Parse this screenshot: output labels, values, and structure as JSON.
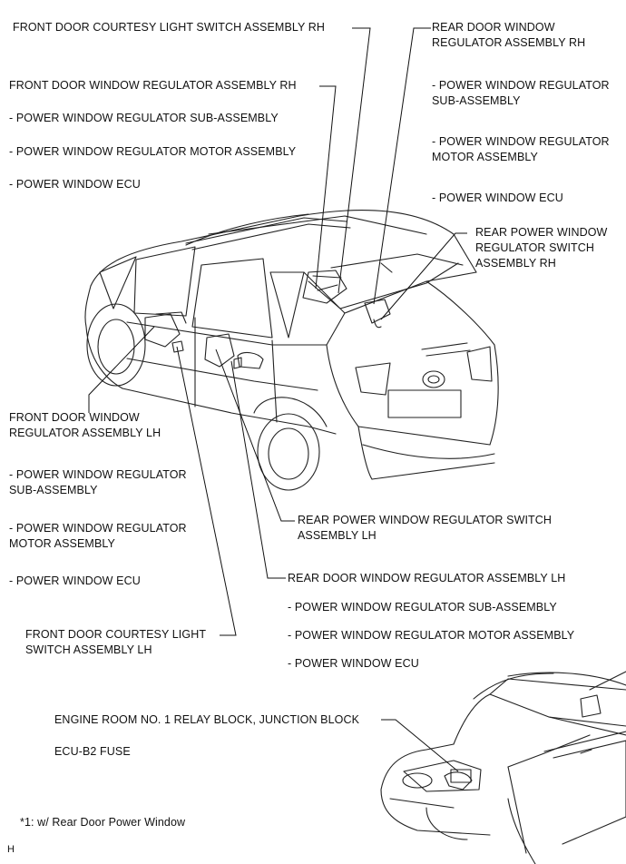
{
  "labels": {
    "front_courtesy_rh": "FRONT DOOR COURTESY LIGHT SWITCH ASSEMBLY RH",
    "front_reg_rh": "FRONT DOOR WINDOW REGULATOR ASSEMBLY RH",
    "front_rh_sub": "- POWER WINDOW REGULATOR SUB-ASSEMBLY",
    "front_rh_motor": "- POWER WINDOW REGULATOR MOTOR ASSEMBLY",
    "front_rh_ecu": "- POWER WINDOW ECU",
    "rear_reg_rh_1": "REAR DOOR WINDOW",
    "rear_reg_rh_2": "REGULATOR ASSEMBLY RH",
    "rear_rh_sub_1": "- POWER WINDOW REGULATOR",
    "rear_rh_sub_2": "SUB-ASSEMBLY",
    "rear_rh_motor_1": "- POWER WINDOW REGULATOR",
    "rear_rh_motor_2": "MOTOR ASSEMBLY",
    "rear_rh_ecu": "- POWER WINDOW ECU",
    "rear_switch_rh_1": "REAR POWER WINDOW",
    "rear_switch_rh_2": "REGULATOR SWITCH",
    "rear_switch_rh_3": "ASSEMBLY RH",
    "front_reg_lh_1": "FRONT DOOR WINDOW",
    "front_reg_lh_2": "REGULATOR ASSEMBLY LH",
    "front_lh_sub_1": "- POWER WINDOW REGULATOR",
    "front_lh_sub_2": "SUB-ASSEMBLY",
    "front_lh_motor_1": "- POWER WINDOW REGULATOR",
    "front_lh_motor_2": "MOTOR ASSEMBLY",
    "front_lh_ecu": "- POWER WINDOW ECU",
    "rear_switch_lh_1": "REAR POWER WINDOW REGULATOR SWITCH",
    "rear_switch_lh_2": "ASSEMBLY LH",
    "rear_reg_lh": "REAR DOOR WINDOW REGULATOR ASSEMBLY LH",
    "rear_lh_sub": "- POWER WINDOW REGULATOR SUB-ASSEMBLY",
    "rear_lh_motor": "- POWER WINDOW REGULATOR MOTOR ASSEMBLY",
    "rear_lh_ecu": "- POWER WINDOW ECU",
    "front_courtesy_lh_1": "FRONT DOOR COURTESY LIGHT",
    "front_courtesy_lh_2": "SWITCH ASSEMBLY LH",
    "relay_block": "ENGINE ROOM NO. 1 RELAY BLOCK, JUNCTION BLOCK",
    "fuse": "ECU-B2 FUSE",
    "footnote": "*1: w/ Rear Door Power Window",
    "corner_mark": "H"
  }
}
